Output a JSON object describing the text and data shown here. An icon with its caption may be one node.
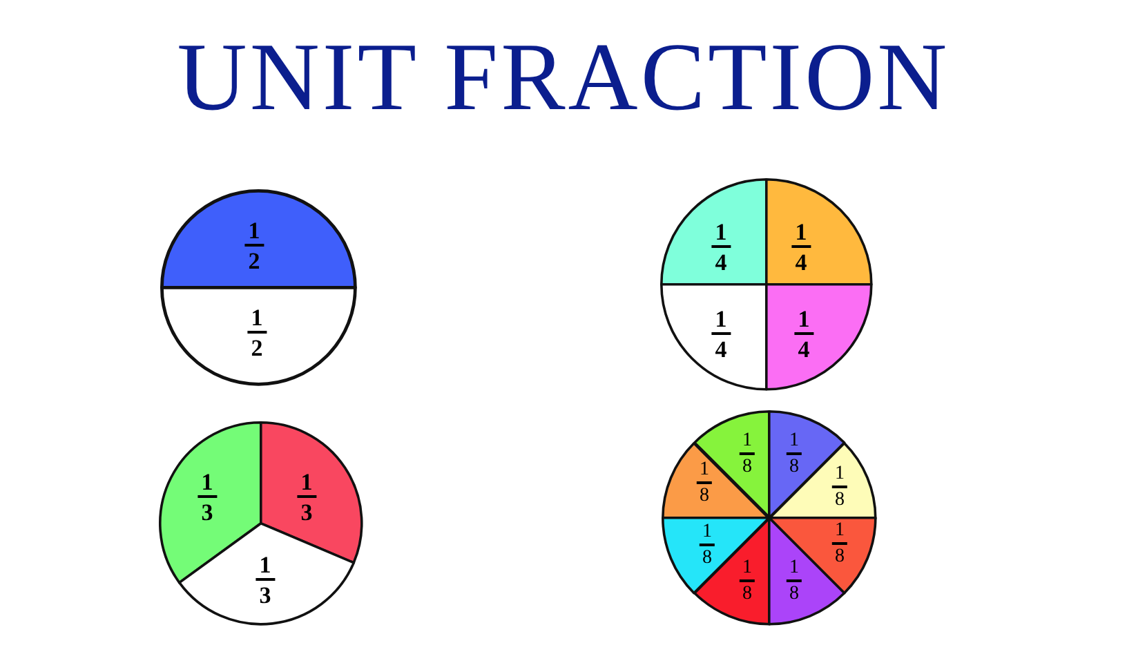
{
  "diagram": {
    "title": "UNIT FRACTION",
    "nodes": [
      {
        "text": [],
        "shape": "circle"
      },
      {
        "text": [
          "1/2"
        ],
        "in": 0
      },
      {
        "text": [
          "1/2"
        ],
        "in": 0
      },
      {
        "text": [],
        "shape": "circle"
      },
      {
        "text": [
          "1/4"
        ],
        "in": 3
      },
      {
        "text": [
          "1/4"
        ],
        "in": 3
      },
      {
        "text": [
          "1/4"
        ],
        "in": 3
      },
      {
        "text": [
          "1/4"
        ],
        "in": 3
      },
      {
        "text": [],
        "shape": "circle"
      },
      {
        "text": [
          "1/3"
        ],
        "in": 8
      },
      {
        "text": [
          "1/3"
        ],
        "in": 8
      },
      {
        "text": [
          "1/3"
        ],
        "in": 8
      },
      {
        "text": [],
        "shape": "circle"
      },
      {
        "text": [
          "1/8"
        ],
        "in": 12
      },
      {
        "text": [
          "1/8"
        ],
        "in": 12
      },
      {
        "text": [
          "1/8"
        ],
        "in": 12
      },
      {
        "text": [
          "1/8"
        ],
        "in": 12
      },
      {
        "text": [
          "1/8"
        ],
        "in": 12
      },
      {
        "text": [
          "1/8"
        ],
        "in": 12
      },
      {
        "text": [
          "1/8"
        ],
        "in": 12
      },
      {
        "text": [
          "1/8"
        ],
        "in": 12
      }
    ]
  }
}
